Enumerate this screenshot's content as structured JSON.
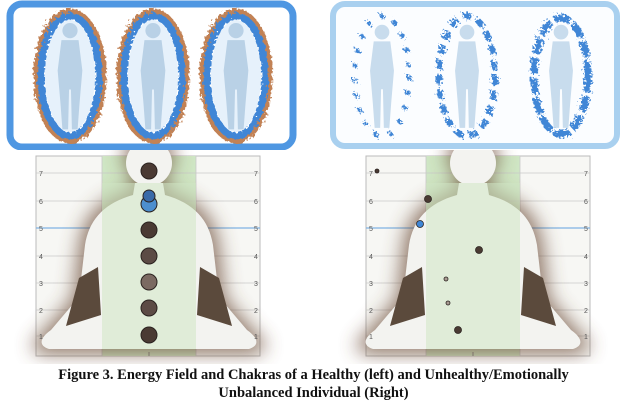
{
  "figure": {
    "caption_line1": "Figure 3. Energy Field and Chakras of a Healthy (left) and Unhealthy/Emotionally",
    "caption_line2": "Unbalanced Individual (Right)"
  },
  "healthy_chart": {
    "y_ticks": [
      "1",
      "2",
      "3",
      "4",
      "5",
      "6",
      "7"
    ],
    "chakra_colors": [
      "#4a3a33",
      "#5c4b45",
      "#7b6a62",
      "#5c4b45",
      "#4a3a33",
      "#4d8fcf",
      "#3a6aa8",
      "#4a3a33"
    ]
  },
  "unhealthy_chart": {
    "y_ticks": [
      "1",
      "2",
      "3",
      "4",
      "5",
      "6",
      "7"
    ]
  },
  "colors": {
    "healthy_frame": "#4f97e2",
    "unhealthy_frame": "#a9d0ef",
    "aura_blue": "#3f86d6",
    "aura_orange": "#c28255",
    "silhouette": "#b9d1e6",
    "chart_band": "#cfe6c4",
    "body_halo": "#6b4a36",
    "chakra_blue": "#3f86d6"
  }
}
